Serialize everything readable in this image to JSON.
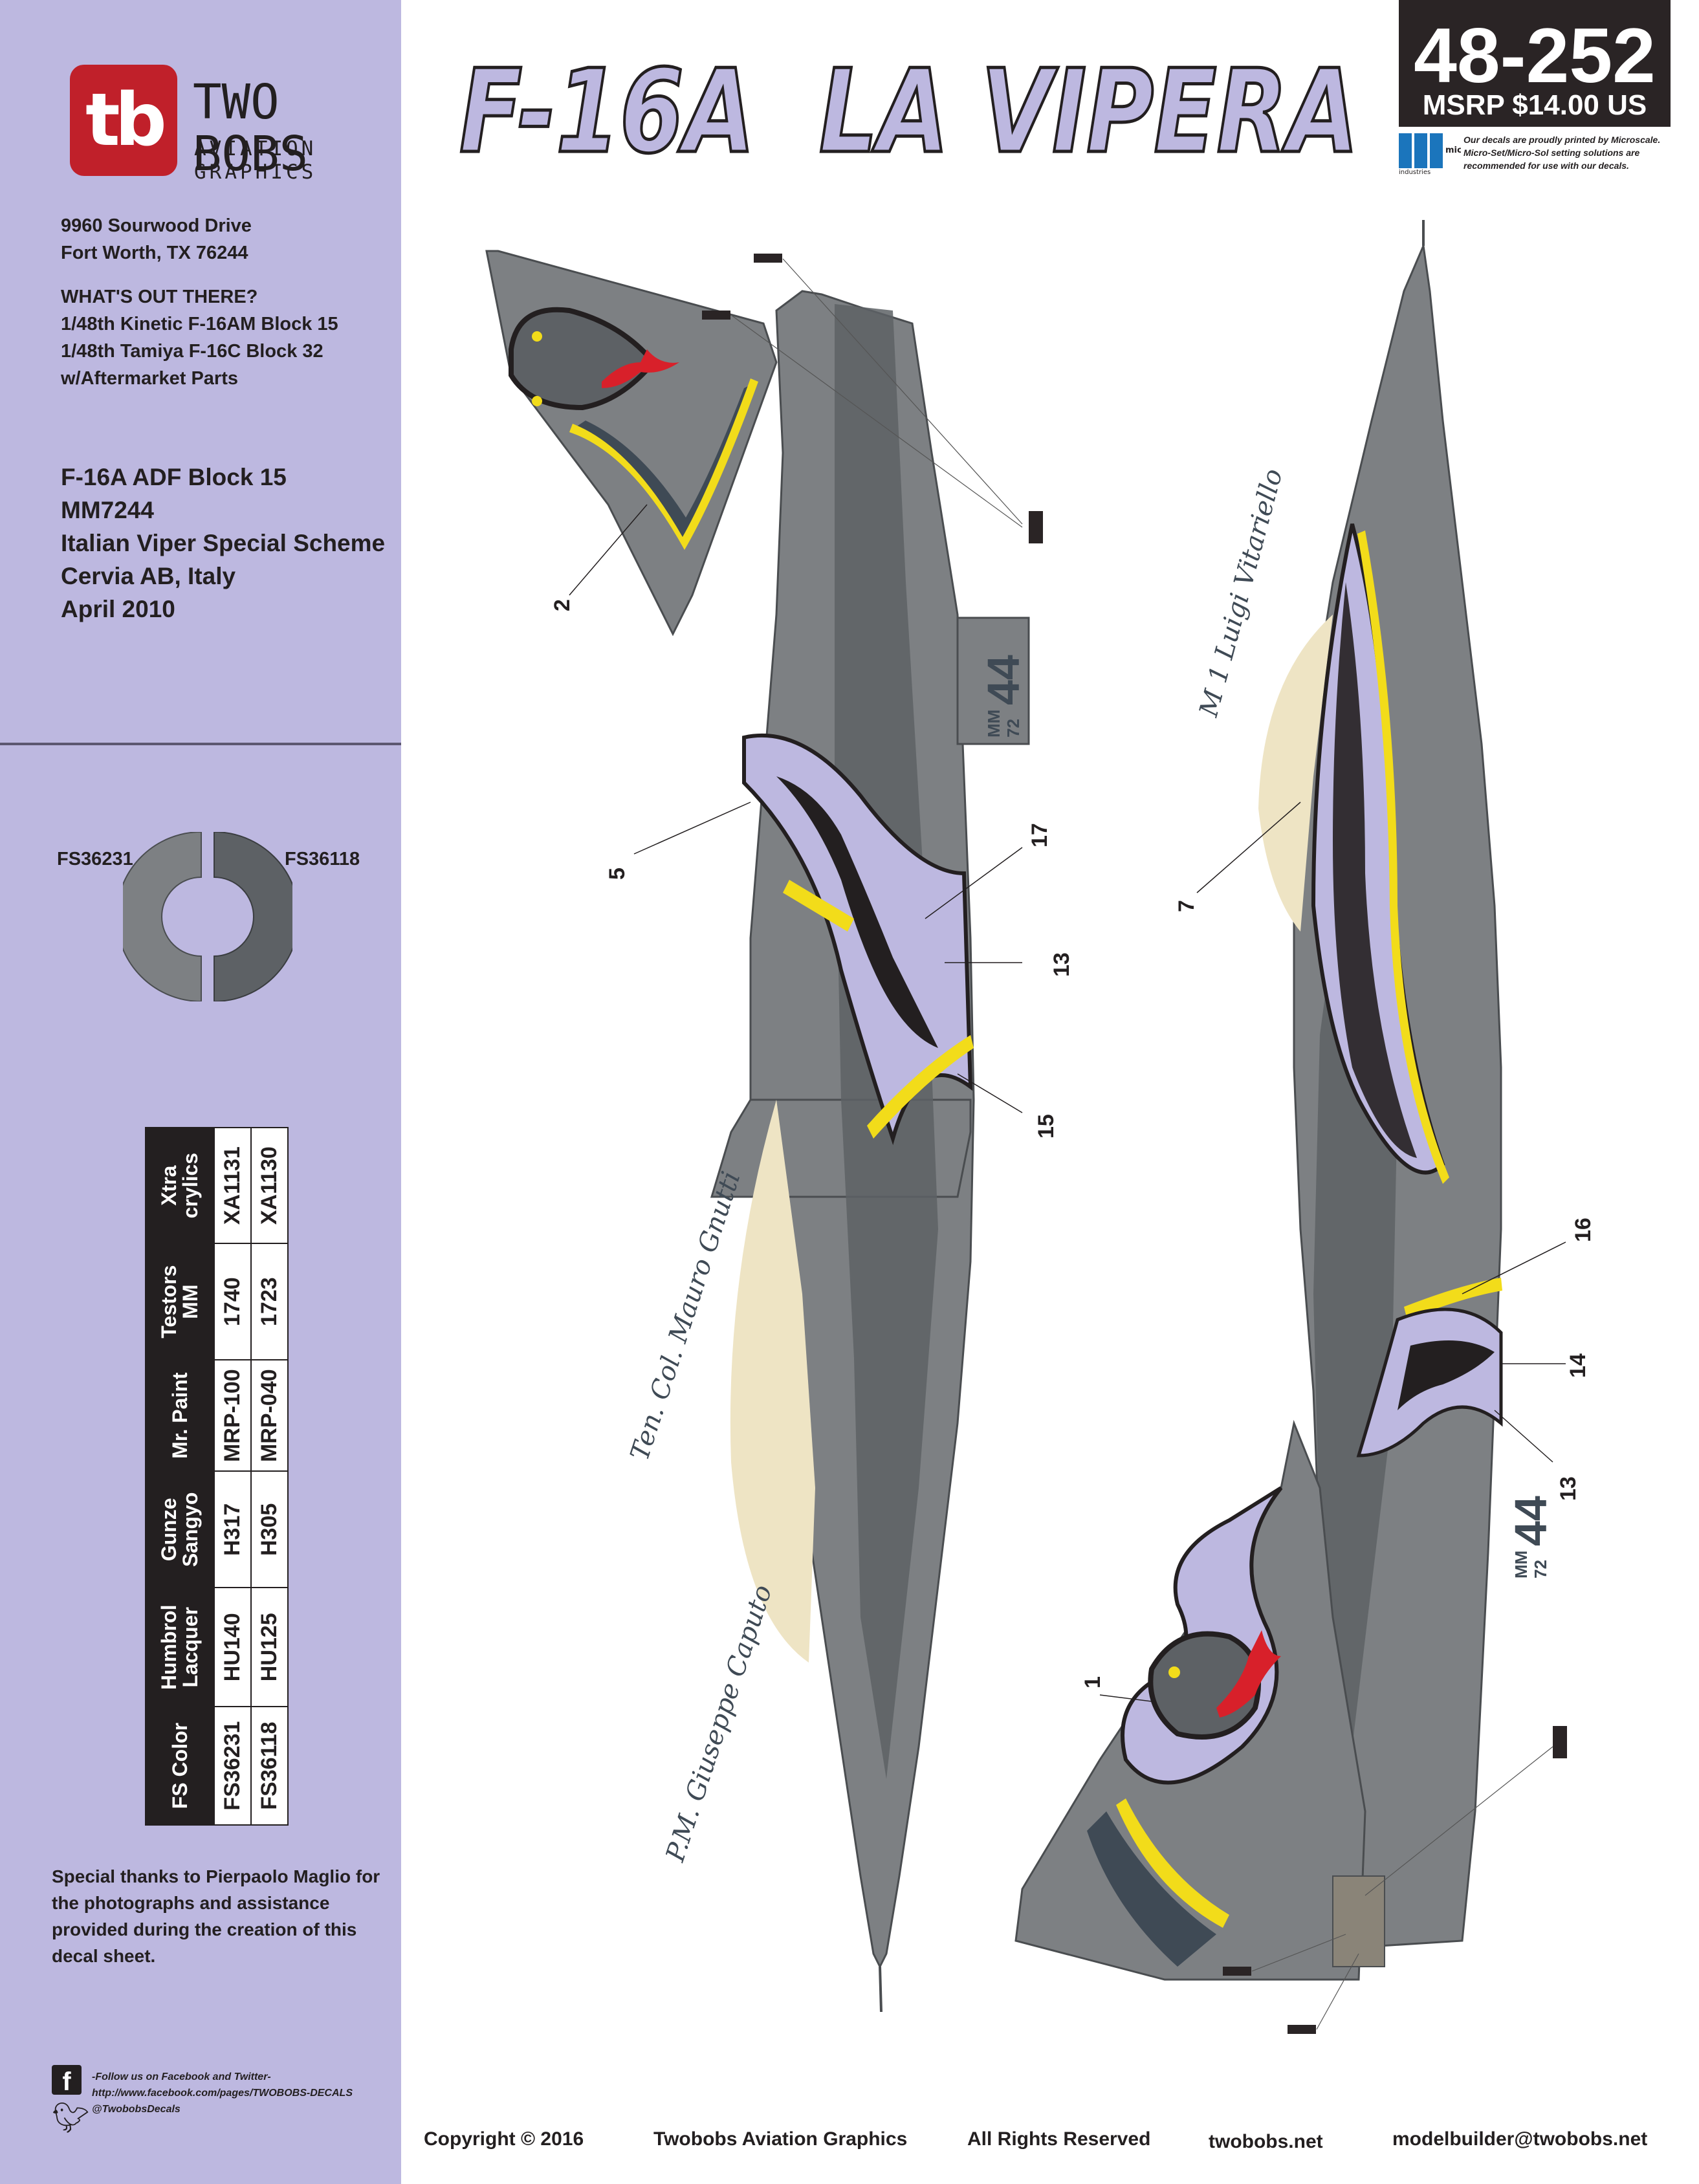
{
  "sidebar": {
    "logo_mark": "tb",
    "brand_name": "TWO BOBS",
    "brand_sub": "AVIATION GRAPHICS",
    "address": [
      "9960 Sourwood Drive",
      "Fort Worth, TX 76244"
    ],
    "whats_out_there": [
      "WHAT'S OUT THERE?",
      "1/48th Kinetic F-16AM Block 15",
      "1/48th Tamiya F-16C Block 32",
      "w/Aftermarket Parts"
    ],
    "aircraft_info": [
      "F-16A ADF Block 15",
      "MM7244",
      "Italian Viper Special Scheme",
      "Cervia AB, Italy",
      "April 2010"
    ],
    "swatches": [
      {
        "label": "FS36231",
        "color": "#7d8083"
      },
      {
        "label": "FS36118",
        "color": "#5d6165"
      }
    ],
    "paint_table": {
      "headers": [
        "FS Color",
        "Humbrol Lacquer",
        "Gunze Sangyo",
        "Mr. Paint",
        "Testors MM",
        "Xtra crylics"
      ],
      "rows": [
        [
          "FS36231",
          "HU140",
          "H317",
          "MRP-100",
          "1740",
          "XA1131"
        ],
        [
          "FS36118",
          "HU125",
          "H305",
          "MRP-040",
          "1723",
          "XA1130"
        ]
      ]
    },
    "thanks": "Special thanks to Pierpaolo Maglio for the photographs and assistance provided during the creation of this decal sheet.",
    "social": {
      "follow": "-Follow us on Facebook and Twitter-",
      "facebook_url": "http://www.facebook.com/pages/TWOBOBS-DECALS",
      "twitter": "@TwobobsDecals",
      "facebook_icon": "facebook-icon",
      "twitter_icon": "twitter-bird-icon"
    }
  },
  "header": {
    "title": "F-16A  LA VIPERA",
    "product_code": "48-252",
    "msrp": "MSRP $14.00 US",
    "micro_note": "Our decals are proudly printed by Microscale. Micro-Set/Micro-Sol setting solutions are recommended for use with our decals.",
    "micro_logo_text": "micro scale",
    "micro_logo_sub": "industries"
  },
  "artwork": {
    "left_view": {
      "serial_mm": "MM",
      "serial_72": "72",
      "serial_44": "44",
      "pilot_names": [
        "Ten. Col. Mauro Gnutti",
        "P.M. Giuseppe Caputo"
      ],
      "callouts": [
        "2",
        "5",
        "17",
        "13",
        "15"
      ]
    },
    "right_view": {
      "serial_mm": "MM",
      "serial_72": "72",
      "serial_44": "44",
      "pilot_names": [
        "M 1 Luigi Vitariello"
      ],
      "callouts": [
        "7",
        "16",
        "14",
        "13",
        "1"
      ]
    },
    "colors": {
      "light_gray": "#7d8083",
      "dark_gray": "#5d6165",
      "lavender": "#bdb8e0",
      "yellow": "#f2dc1a",
      "sand": "#eee4c4",
      "black": "#231f20",
      "red": "#d8202a"
    }
  },
  "footer": {
    "copyright": "Copyright © 2016",
    "company": "Twobobs Aviation Graphics",
    "rights": "All Rights Reserved",
    "website": "twobobs.net",
    "email": "modelbuilder@twobobs.net"
  }
}
